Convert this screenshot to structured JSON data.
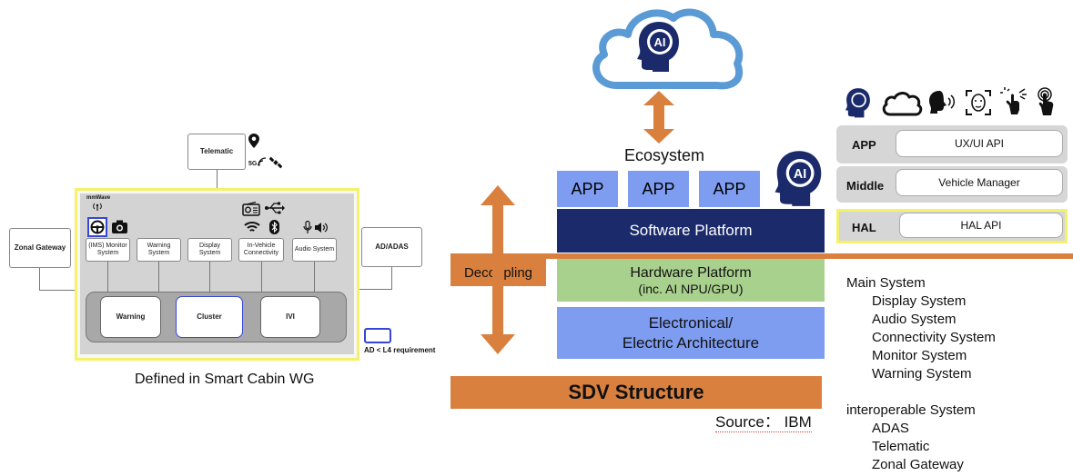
{
  "left_diagram": {
    "telematic": "Telematic",
    "zonal_gateway": "Zonal Gateway",
    "ad_adas": "AD/ADAS",
    "mmwave": "mmWave",
    "subsystems": [
      "(IMS) Monitor System",
      "Warning System",
      "Display System",
      "In-Vehicle Connectivity",
      "Audio System"
    ],
    "bottom_units": [
      "Warning",
      "Cluster",
      "IVI"
    ],
    "legend_label": "AD < L4 requirement",
    "caption": "Defined in Smart Cabin WG",
    "badge_5g": "5G"
  },
  "center_diagram": {
    "ecosystem": "Ecosystem",
    "apps": [
      "APP",
      "APP",
      "APP"
    ],
    "software_platform": "Software Platform",
    "hardware_platform": "Hardware Platform",
    "hardware_platform_sub": "(inc. AI NPU/GPU)",
    "electronical_line1": "Electronical/",
    "electronical_line2": "Electric Architecture",
    "decoupling": "Decoupling",
    "sdv_structure": "SDV Structure",
    "source": "Source： IBM",
    "ai_label": "AI"
  },
  "right_panel": {
    "rows": [
      {
        "label": "APP",
        "api": "UX/UI API"
      },
      {
        "label": "Middle",
        "api": "Vehicle Manager"
      },
      {
        "label": "HAL",
        "api": "HAL API"
      }
    ],
    "main_system_title": "Main System",
    "main_system_items": [
      "Display System",
      "Audio System",
      "Connectivity System",
      "Monitor System",
      "Warning System"
    ],
    "interop_title": "interoperable System",
    "interop_items": [
      "ADAS",
      "Telematic",
      "Zonal Gateway"
    ]
  },
  "colors": {
    "orange": "#d9803f",
    "navy": "#1b2a6b",
    "green": "#a9d18e",
    "blue": "#7f9df0",
    "yellow_border": "#f4f26a",
    "cloud_blue": "#5b9bd5"
  }
}
